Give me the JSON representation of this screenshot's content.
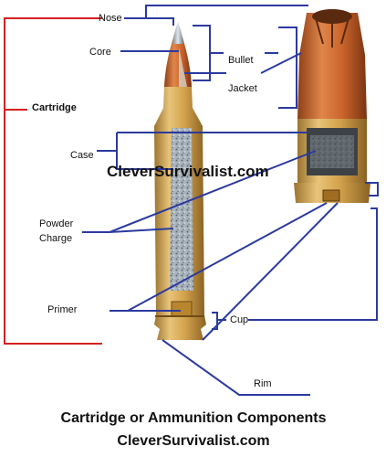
{
  "labels": {
    "nose": "Nose",
    "core": "Core",
    "bullet": "Bullet",
    "jacket": "Jacket",
    "cartridge": "Cartridge",
    "case": "Case",
    "powder_charge_line1": "Powder",
    "powder_charge_line2": "Charge",
    "primer": "Primer",
    "cup": "Cup",
    "rim": "Rim"
  },
  "watermark": "CleverSurvivalist.com",
  "caption": {
    "line1": "Cartridge or Ammunition Components",
    "line2": "CleverSurvivalist.com"
  },
  "colors": {
    "leader_lines": "#2b3a9e",
    "cartridge_bracket": "#d42020",
    "brass": "#d8a94e",
    "copper": "#c8642c",
    "powder": "#8d9aa6"
  }
}
